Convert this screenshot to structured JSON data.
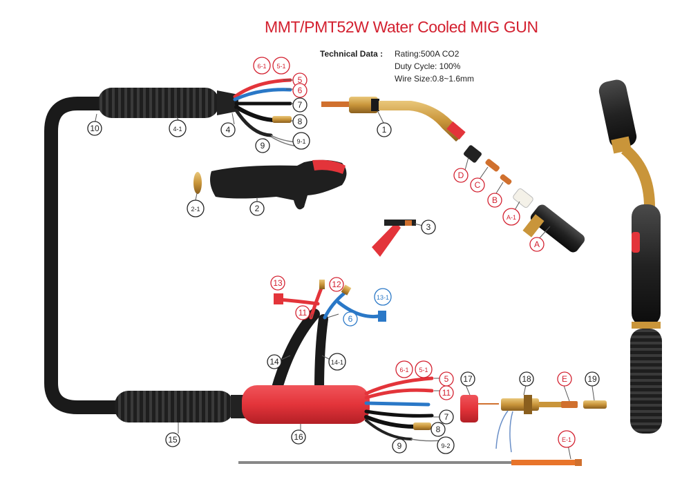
{
  "title": "MMT/PMT52W Water Cooled MIG GUN",
  "technical_data": {
    "label": "Technical Data :",
    "rating": "Rating:500A CO2",
    "duty_cycle": "Duty Cycle: 100%",
    "wire_size": "Wire Size:0.8~1.6mm"
  },
  "colors": {
    "red_label": "#d3202f",
    "black_label": "#222222",
    "housing_red": "#e8333a",
    "brass": "#c9953a",
    "hose_black": "#1d1d1d"
  },
  "callouts": {
    "n1": "1",
    "n2": "2",
    "n2_1": "2-1",
    "n3": "3",
    "n4": "4",
    "n4_1": "4-1",
    "n5": "5",
    "n5_1": "5-1",
    "n6": "6",
    "n6_1": "6-1",
    "n7": "7",
    "n8": "8",
    "n9": "9",
    "n9_1": "9-1",
    "n9_2": "9-2",
    "n10": "10",
    "n11": "11",
    "n12": "12",
    "n13": "13",
    "n13_1": "13-1",
    "n14": "14",
    "n14_1": "14-1",
    "n15": "15",
    "n16": "16",
    "n17": "17",
    "n18": "18",
    "n19": "19",
    "A": "A",
    "A_1": "A-1",
    "B": "B",
    "C": "C",
    "D": "D",
    "E": "E",
    "E_1": "E-1"
  }
}
